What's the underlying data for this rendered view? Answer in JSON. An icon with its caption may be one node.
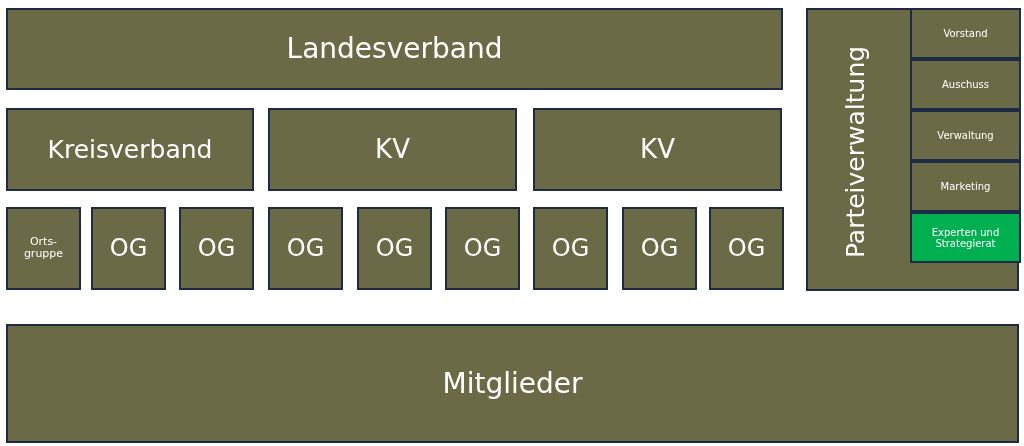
{
  "diagram": {
    "nodes": [
      {
        "text": [
          "Landesverband"
        ]
      },
      {
        "text": [
          "Kreisverband"
        ]
      },
      {
        "text": [
          "KV"
        ]
      },
      {
        "text": [
          "KV"
        ]
      },
      {
        "text": [
          "Orts- gruppe"
        ]
      },
      {
        "text": [
          "OG"
        ]
      },
      {
        "text": [
          "OG"
        ]
      },
      {
        "text": [
          "OG"
        ]
      },
      {
        "text": [
          "OG"
        ]
      },
      {
        "text": [
          "OG"
        ]
      },
      {
        "text": [
          "OG"
        ]
      },
      {
        "text": [
          "OG"
        ]
      },
      {
        "text": [
          "OG"
        ]
      },
      {
        "text": [
          "Parteiverwaltung"
        ]
      },
      {
        "text": [
          "Vorstand"
        ],
        "in": 13
      },
      {
        "text": [
          "Auschuss"
        ],
        "in": 13
      },
      {
        "text": [
          "Verwaltung"
        ],
        "in": 13
      },
      {
        "text": [
          "Marketing"
        ],
        "in": 13
      },
      {
        "text": [
          "Experten und Strategierat"
        ],
        "in": 13
      },
      {
        "text": [
          "Mitglieder"
        ]
      }
    ]
  }
}
